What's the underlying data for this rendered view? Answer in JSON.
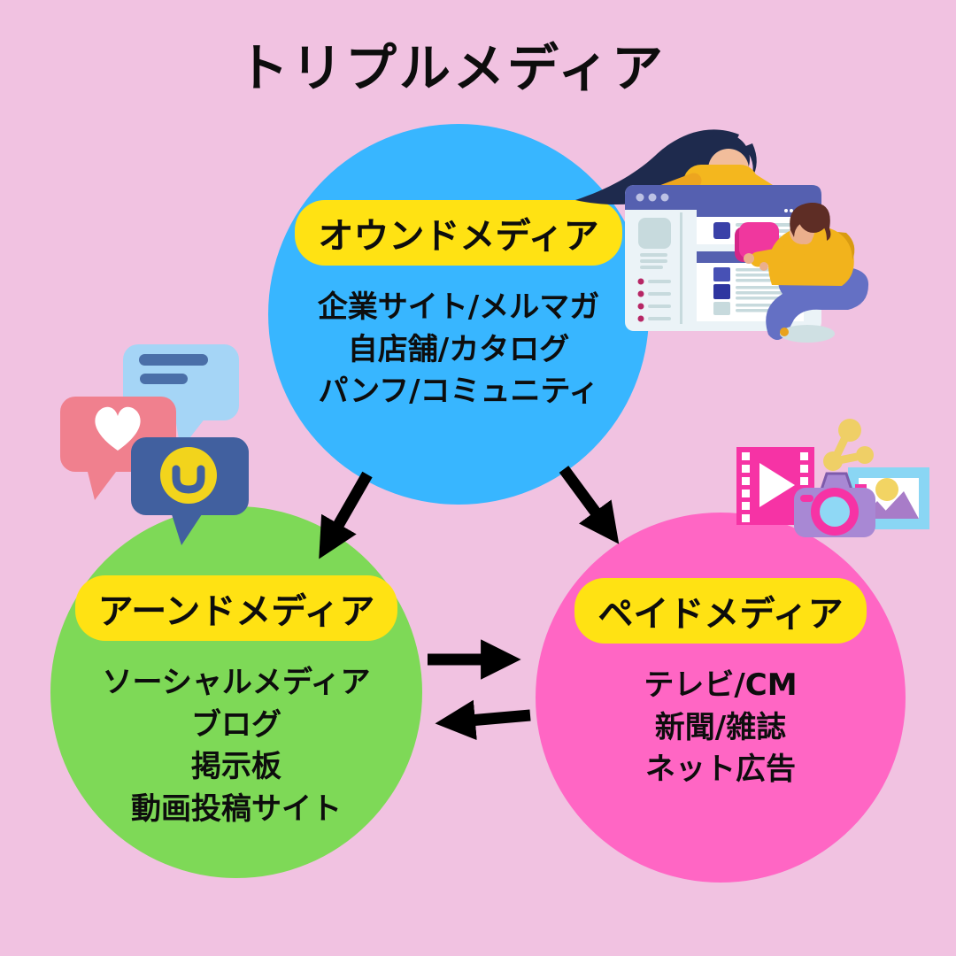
{
  "title": "トリプルメディア",
  "nodes": {
    "owned": {
      "label": "オウンドメディア",
      "items": [
        "企業サイト/メルマガ",
        "自店舗/カタログ",
        "パンフ/コミュニティ"
      ],
      "color": "#38B6FF"
    },
    "earned": {
      "label": "アーンドメディア",
      "items": [
        "ソーシャルメディア",
        "ブログ",
        "掲示板",
        "動画投稿サイト"
      ],
      "color": "#7ED957"
    },
    "paid": {
      "label": "ペイドメディア",
      "items": [
        "テレビ/CM",
        "新聞/雑誌",
        "ネット広告"
      ],
      "color": "#FF66C4"
    }
  },
  "style": {
    "background": "#F1C2E1",
    "label_bg": "#FFE213",
    "text_color": "#0d0d0d",
    "arrow_color": "#000000"
  },
  "icons": {
    "social_bubbles": "chat-bubbles-heart-smiley-icon",
    "website_builders": "two-people-building-webpage-illustration",
    "media_set": "film-share-camera-photo-icons"
  }
}
